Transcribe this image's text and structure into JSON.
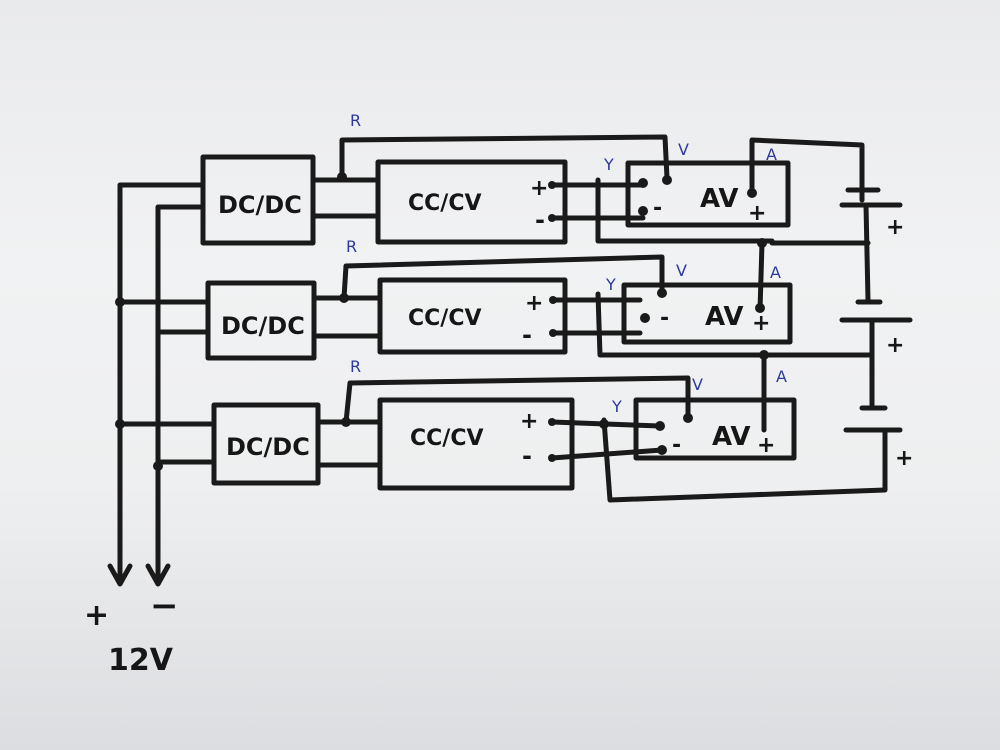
{
  "module_labels": {
    "dcdc": "DC/DC",
    "cccv": "CC/CV",
    "meter": "AV",
    "plus": "+",
    "minus": "-"
  },
  "wire_labels": {
    "r": "R",
    "y": "Y",
    "v": "V",
    "a": "A"
  },
  "battery_plus": "+",
  "supply": {
    "plus": "+",
    "minus": "−",
    "voltage": "12V"
  },
  "colors": {
    "ink": "#1a1a1a",
    "annotation_blue": "#2b3a9c",
    "paper": "#eceded"
  }
}
